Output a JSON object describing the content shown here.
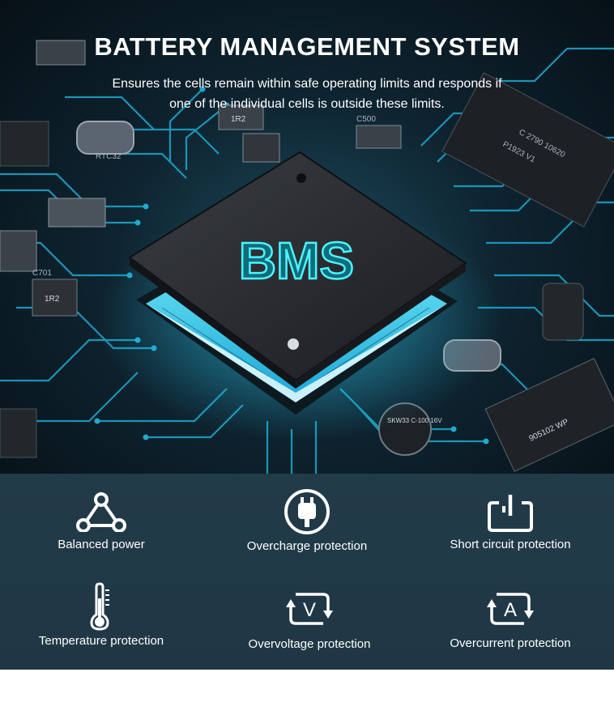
{
  "header": {
    "title": "BATTERY MANAGEMENT SYSTEM",
    "subtitle_line1": "Ensures the cells remain within safe operating limits and responds if",
    "subtitle_line2": "one of the individual cells is outside these limits."
  },
  "chip": {
    "label": "BMS"
  },
  "board_markings": {
    "m1": "C 2790  10620",
    "m2": "P1923 V1",
    "m3": "1R2",
    "m4": "1R2",
    "m5": "RTC32",
    "m6": "C500",
    "m7": "SKW33 C-100 16V",
    "m8": "905102 WP",
    "m9": "C701"
  },
  "features": [
    {
      "label": "Balanced power",
      "icon": "triangle-nodes-icon"
    },
    {
      "label": "Overcharge protection",
      "icon": "plug-icon"
    },
    {
      "label": "Short circuit protection",
      "icon": "power-socket-icon"
    },
    {
      "label": "Temperature protection",
      "icon": "thermometer-icon"
    },
    {
      "label": "Overvoltage protection",
      "icon": "voltage-cycle-icon"
    },
    {
      "label": "Overcurrent protection",
      "icon": "current-cycle-icon"
    }
  ],
  "colors": {
    "accent_cyan": "#22b8d8",
    "feature_bg": "#223b49",
    "chip_glow": "#2ee6e6"
  }
}
